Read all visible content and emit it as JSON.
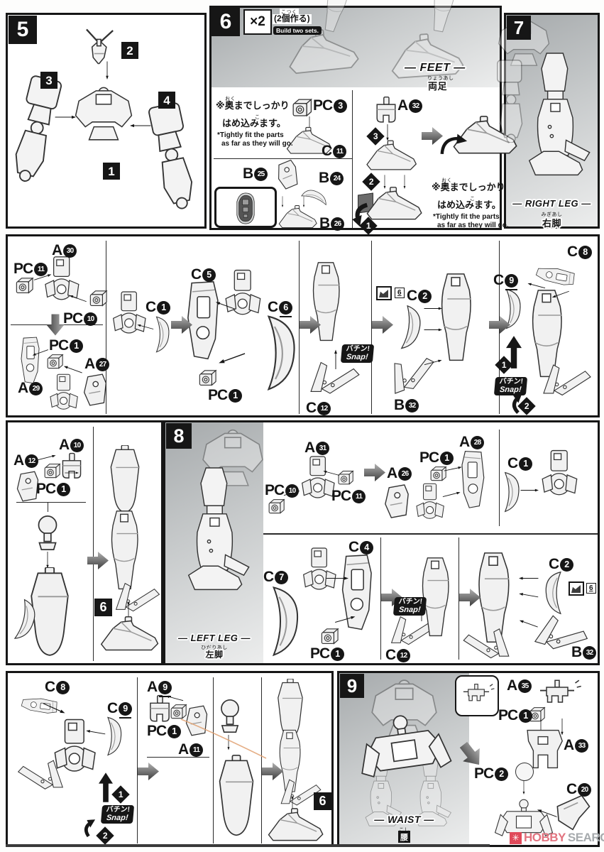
{
  "parts": {
    "a9": {
      "l": "A",
      "n": "9"
    },
    "a10": {
      "l": "A",
      "n": "10"
    },
    "a11": {
      "l": "A",
      "n": "11"
    },
    "a12": {
      "l": "A",
      "n": "12"
    },
    "a26": {
      "l": "A",
      "n": "26"
    },
    "a27": {
      "l": "A",
      "n": "27"
    },
    "a28": {
      "l": "A",
      "n": "28"
    },
    "a29": {
      "l": "A",
      "n": "29"
    },
    "a30": {
      "l": "A",
      "n": "30"
    },
    "a31": {
      "l": "A",
      "n": "31"
    },
    "a32": {
      "l": "A",
      "n": "32"
    },
    "a33": {
      "l": "A",
      "n": "33"
    },
    "a35": {
      "l": "A",
      "n": "35"
    },
    "b24": {
      "l": "B",
      "n": "24"
    },
    "b25": {
      "l": "B",
      "n": "25"
    },
    "b26": {
      "l": "B",
      "n": "26"
    },
    "b32": {
      "l": "B",
      "n": "32"
    },
    "c1": {
      "l": "C",
      "n": "1"
    },
    "c2": {
      "l": "C",
      "n": "2"
    },
    "c4": {
      "l": "C",
      "n": "4"
    },
    "c5": {
      "l": "C",
      "n": "5"
    },
    "c6": {
      "l": "C",
      "n": "6"
    },
    "c7": {
      "l": "C",
      "n": "7"
    },
    "c8": {
      "l": "C",
      "n": "8"
    },
    "c9": {
      "l": "C",
      "n": "9"
    },
    "c11": {
      "l": "C",
      "n": "11"
    },
    "c12": {
      "l": "C",
      "n": "12"
    },
    "c20": {
      "l": "C",
      "n": "20"
    },
    "pc1": {
      "l": "PC",
      "n": "1"
    },
    "pc2": {
      "l": "PC",
      "n": "2"
    },
    "pc3": {
      "l": "PC",
      "n": "3"
    },
    "pc10": {
      "l": "PC",
      "n": "10"
    },
    "pc11": {
      "l": "PC",
      "n": "11"
    }
  },
  "steps": {
    "s1": "1",
    "s2": "2",
    "s3": "3"
  },
  "snap": {
    "jp": "バチン!",
    "en": "Snap!"
  },
  "gate": {
    "runner": "6"
  },
  "ref": "6",
  "panel5": {
    "num": "5",
    "c1": "1",
    "c2": "2",
    "c3": "3",
    "c4": "4"
  },
  "panel6": {
    "num": "6",
    "multiply": "×2",
    "build_furi": "こつく",
    "build_jp": "(2個作る)",
    "build_en": "Build two sets.",
    "title": "— FEET —",
    "furi": "りょうあし",
    "kanji": "両足",
    "note_furi_oku": "おく",
    "note_furi_ko": "こ",
    "note_jp1": "※奥までしっかり",
    "note_jp2": "はめ込みます。",
    "note_en1": "*Tightly fit the parts",
    "note_en2": "as far as they will go."
  },
  "panel7": {
    "num": "7",
    "title": "— RIGHT LEG —",
    "furi": "みぎあし",
    "kanji": "右脚"
  },
  "panel8": {
    "num": "8",
    "title": "— LEFT LEG —",
    "furi": "ひだりあし",
    "kanji": "左脚"
  },
  "panel9": {
    "num": "9",
    "title": "— WAIST —",
    "furi": "こし",
    "kanji": "腰"
  },
  "watermark": {
    "hobby": "HOBBY",
    "search": "SEARCH"
  }
}
